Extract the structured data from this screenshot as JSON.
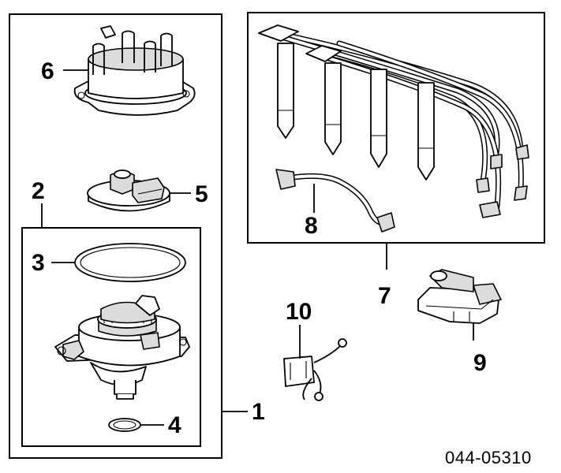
{
  "diagram": {
    "part_number": "044-05310",
    "callouts": {
      "c1": "1",
      "c2": "2",
      "c3": "3",
      "c4": "4",
      "c5": "5",
      "c6": "6",
      "c7": "7",
      "c8": "8",
      "c9": "9",
      "c10": "10"
    }
  }
}
